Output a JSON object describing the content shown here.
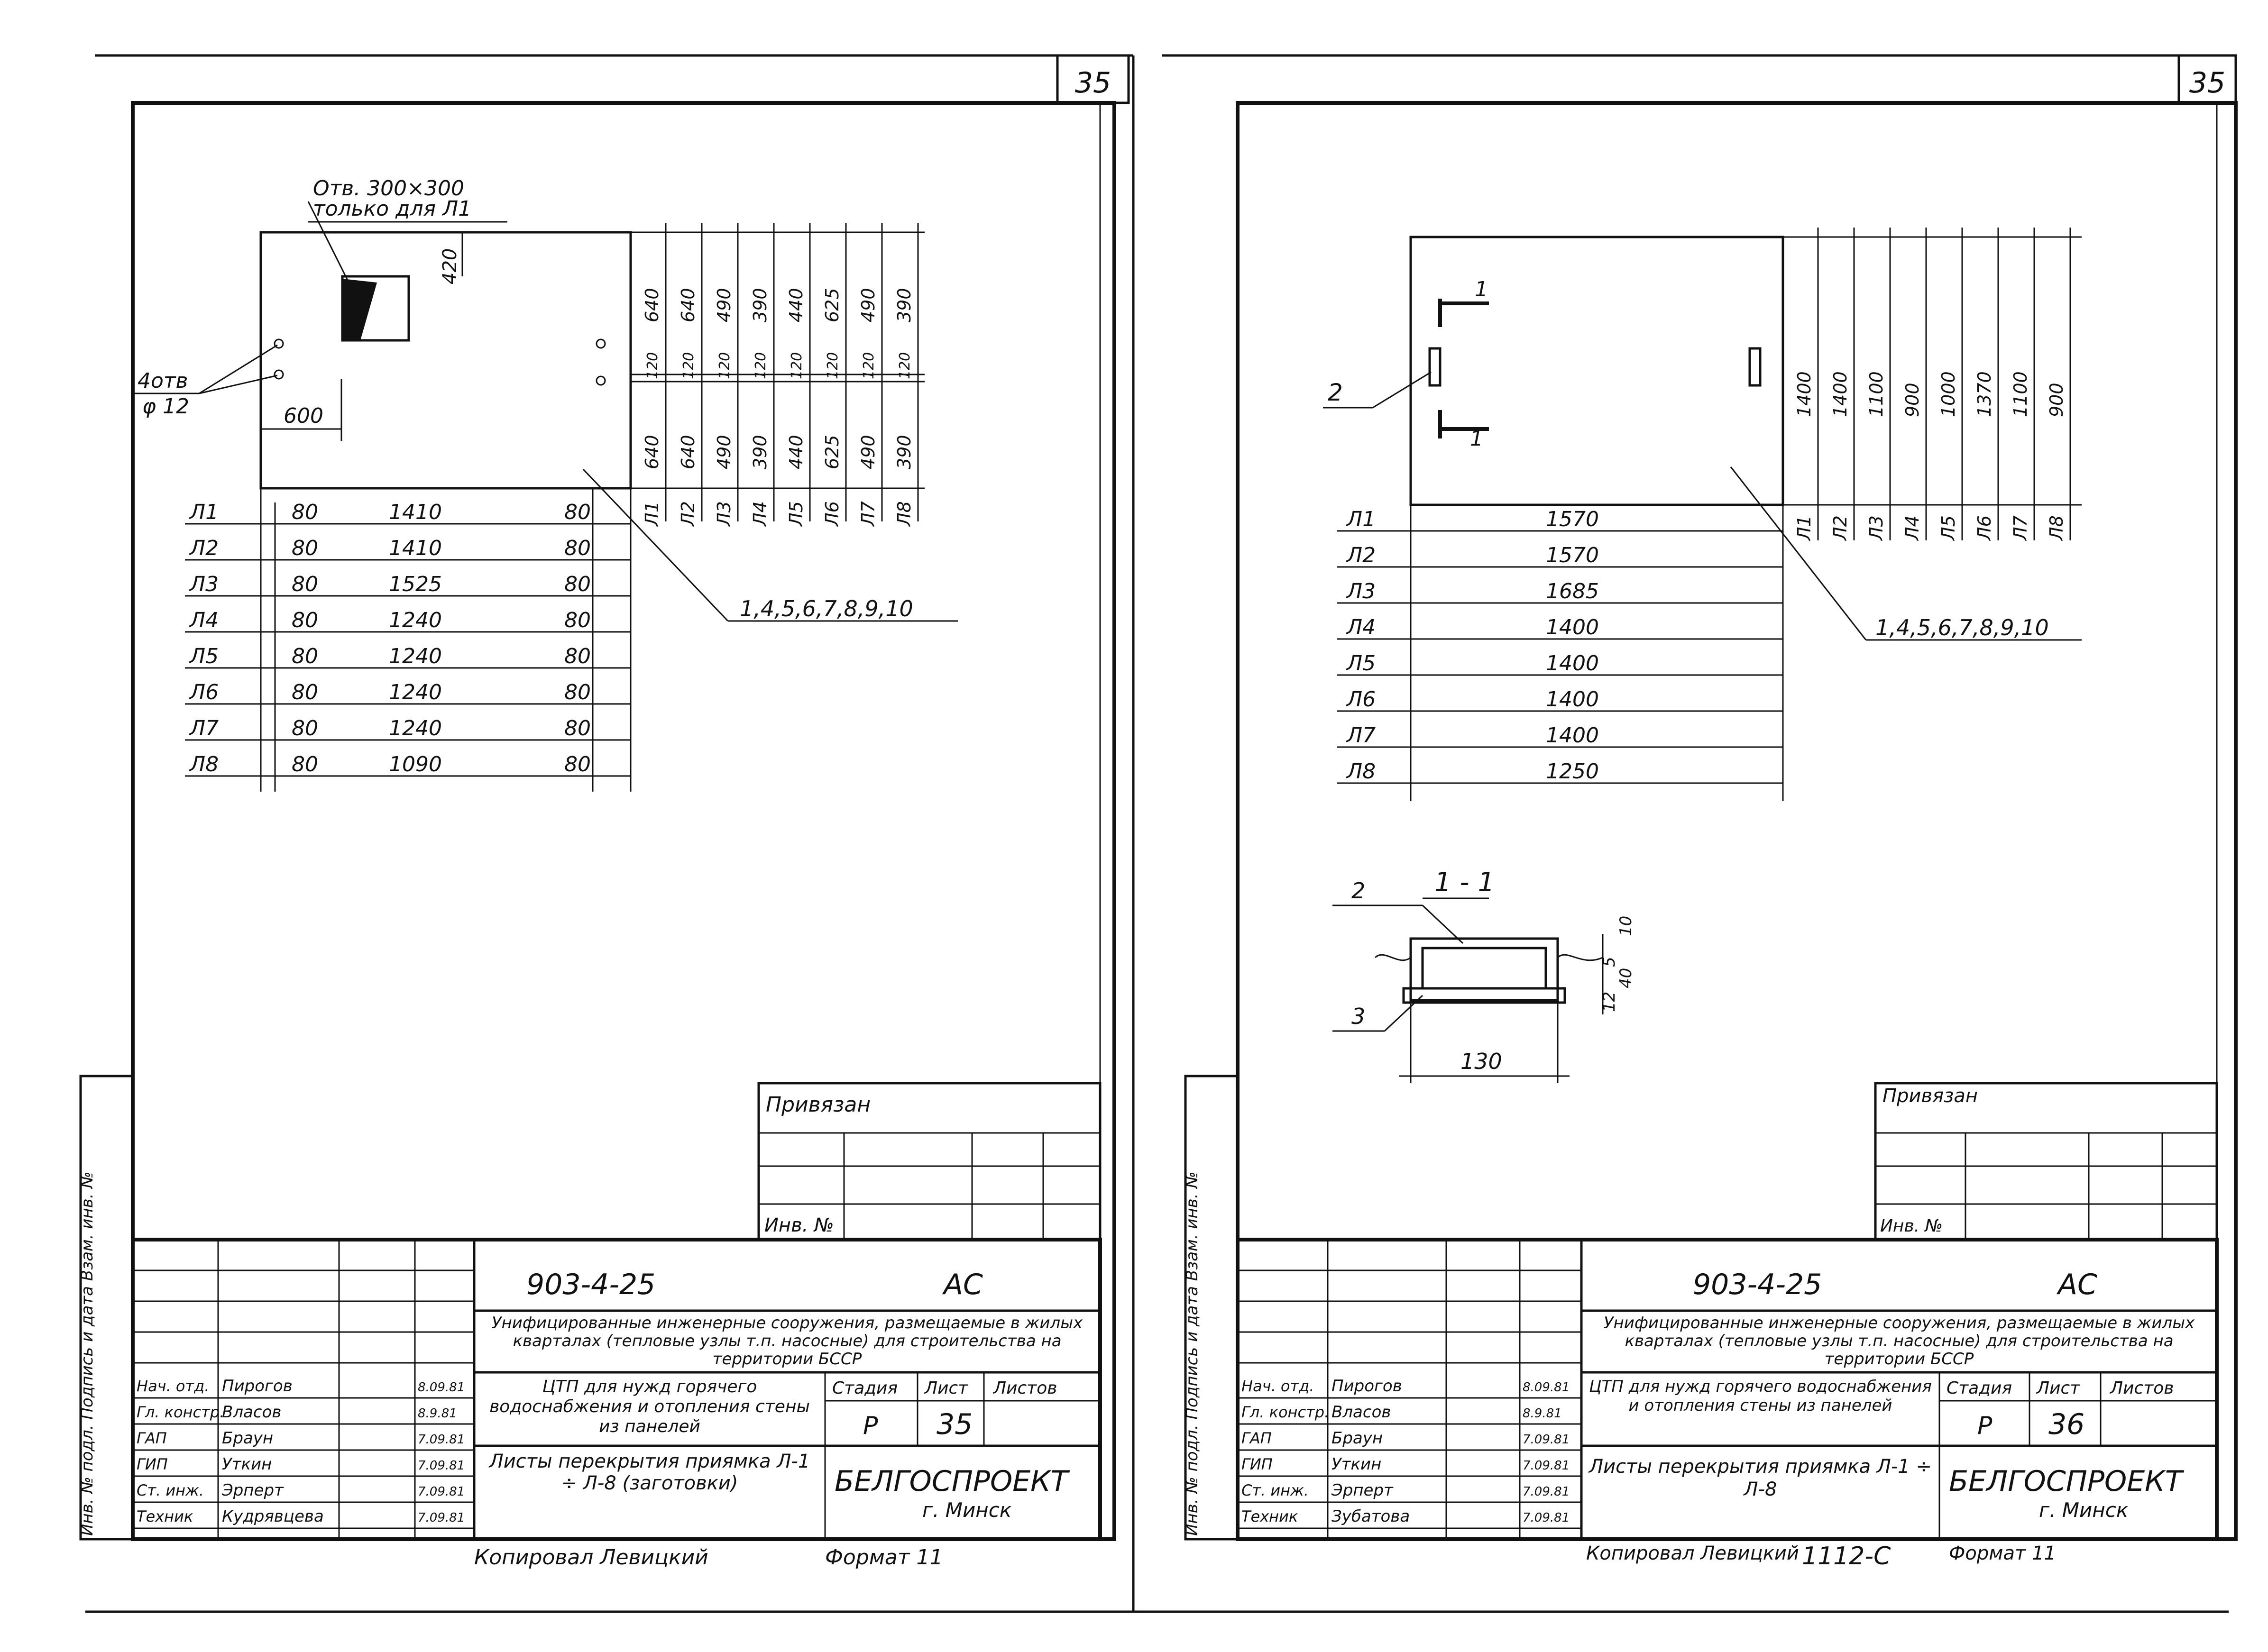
{
  "sheets": [
    {
      "corner_number": "35",
      "hole_note_line1": "Отв. 300×300",
      "hole_note_line2": "только для Л1",
      "dim_top": "420",
      "holes_note_line1": "4отв",
      "holes_note_line2": "φ 12",
      "dim_600": "600",
      "top_dims": [
        "640",
        "640",
        "490",
        "390",
        "440",
        "625",
        "490",
        "390"
      ],
      "mid_dims": [
        "120",
        "120",
        "120",
        "120",
        "120",
        "120",
        "120",
        "120"
      ],
      "bottom_dims": [
        "640",
        "640",
        "490",
        "390",
        "440",
        "625",
        "490",
        "390"
      ],
      "col_labels": [
        "Л1",
        "Л2",
        "Л3",
        "Л4",
        "Л5",
        "Л6",
        "Л7",
        "Л8"
      ],
      "rows": [
        {
          "label": "Л1",
          "a": "80",
          "b": "1410",
          "c": "80"
        },
        {
          "label": "Л2",
          "a": "80",
          "b": "1410",
          "c": "80"
        },
        {
          "label": "Л3",
          "a": "80",
          "b": "1525",
          "c": "80"
        },
        {
          "label": "Л4",
          "a": "80",
          "b": "1240",
          "c": "80"
        },
        {
          "label": "Л5",
          "a": "80",
          "b": "1240",
          "c": "80"
        },
        {
          "label": "Л6",
          "a": "80",
          "b": "1240",
          "c": "80"
        },
        {
          "label": "Л7",
          "a": "80",
          "b": "1240",
          "c": "80"
        },
        {
          "label": "Л8",
          "a": "80",
          "b": "1090",
          "c": "80"
        }
      ],
      "leader_note": "1,4,5,6,7,8,9,10",
      "binding_label": "Привязан",
      "inv_label": "Инв. №",
      "side_stamp": "Инв. № подл.  Подпись и дата  Взам. инв. №",
      "code": "903-4-25",
      "mark": "АС",
      "title_project": "Унифицированные инженерные сооружения, размещаемые в жилых кварталах (тепловые узлы т.п. насосные) для строительства на территории БССР",
      "title_object": "ЦТП для нужд горячего водоснабжения и отопления стены из панелей",
      "title_sheet": "Листы перекрытия приямка Л-1 ÷ Л-8 (заготовки)",
      "stage_h": "Стадия",
      "sheet_h": "Лист",
      "sheets_h": "Листов",
      "stage": "Р",
      "sheet_no": "35",
      "org": "БЕЛГОСПРОЕКТ",
      "city": "г. Минск",
      "people": [
        {
          "role": "Нач. отд.",
          "name": "Пирогов",
          "date": "8.09.81"
        },
        {
          "role": "Гл. констр.",
          "name": "Власов",
          "date": "8.9.81"
        },
        {
          "role": "ГАП",
          "name": "Браун",
          "date": "7.09.81"
        },
        {
          "role": "ГИП",
          "name": "Уткин",
          "date": "7.09.81"
        },
        {
          "role": "Ст. инж.",
          "name": "Эрперт",
          "date": "7.09.81"
        },
        {
          "role": "Техник",
          "name": "Кудрявцева",
          "date": "7.09.81"
        }
      ],
      "copied": "Копировал Левицкий",
      "format": "Формат 11"
    },
    {
      "corner_number": "35",
      "dims": [
        "1400",
        "1400",
        "1100",
        "900",
        "1000",
        "1370",
        "1100",
        "900"
      ],
      "col_labels": [
        "Л1",
        "Л2",
        "Л3",
        "Л4",
        "Л5",
        "Л6",
        "Л7",
        "Л8"
      ],
      "rows": [
        {
          "label": "Л1",
          "b": "1570"
        },
        {
          "label": "Л2",
          "b": "1570"
        },
        {
          "label": "Л3",
          "b": "1685"
        },
        {
          "label": "Л4",
          "b": "1400"
        },
        {
          "label": "Л5",
          "b": "1400"
        },
        {
          "label": "Л6",
          "b": "1400"
        },
        {
          "label": "Л7",
          "b": "1400"
        },
        {
          "label": "Л8",
          "b": "1250"
        }
      ],
      "leader_note": "1,4,5,6,7,8,9,10",
      "section_mark": "1",
      "part_2": "2",
      "part_3": "3",
      "section_title": "1 - 1",
      "sec_dim_10": "10",
      "sec_dim_5": "5",
      "sec_dim_40": "40",
      "sec_dim_12": "12",
      "sec_dim_130": "130",
      "binding_label": "Привязан",
      "inv_label": "Инв. №",
      "side_stamp": "Инв. № подл.  Подпись и дата  Взам. инв. №",
      "code": "903-4-25",
      "mark": "АС",
      "title_project": "Унифицированные инженерные сооружения, размещаемые в жилых кварталах (тепловые узлы т.п. насосные) для строительства на территории БССР",
      "title_object": "ЦТП для нужд горячего водоснабжения и отопления стены из панелей",
      "title_sheet": "Листы перекрытия приямка Л-1 ÷ Л-8",
      "stage_h": "Стадия",
      "sheet_h": "Лист",
      "sheets_h": "Листов",
      "stage": "Р",
      "sheet_no": "36",
      "org": "БЕЛГОСПРОЕКТ",
      "city": "г. Минск",
      "people": [
        {
          "role": "Нач. отд.",
          "name": "Пирогов",
          "date": "8.09.81"
        },
        {
          "role": "Гл. констр.",
          "name": "Власов",
          "date": "8.9.81"
        },
        {
          "role": "ГАП",
          "name": "Браун",
          "date": "7.09.81"
        },
        {
          "role": "ГИП",
          "name": "Уткин",
          "date": "7.09.81"
        },
        {
          "role": "Ст. инж.",
          "name": "Эрперт",
          "date": "7.09.81"
        },
        {
          "role": "Техник",
          "name": "Зубатова",
          "date": "7.09.81"
        }
      ],
      "copied": "Копировал Левицкий",
      "stamp_code": "1112-С",
      "format": "Формат 11"
    }
  ]
}
